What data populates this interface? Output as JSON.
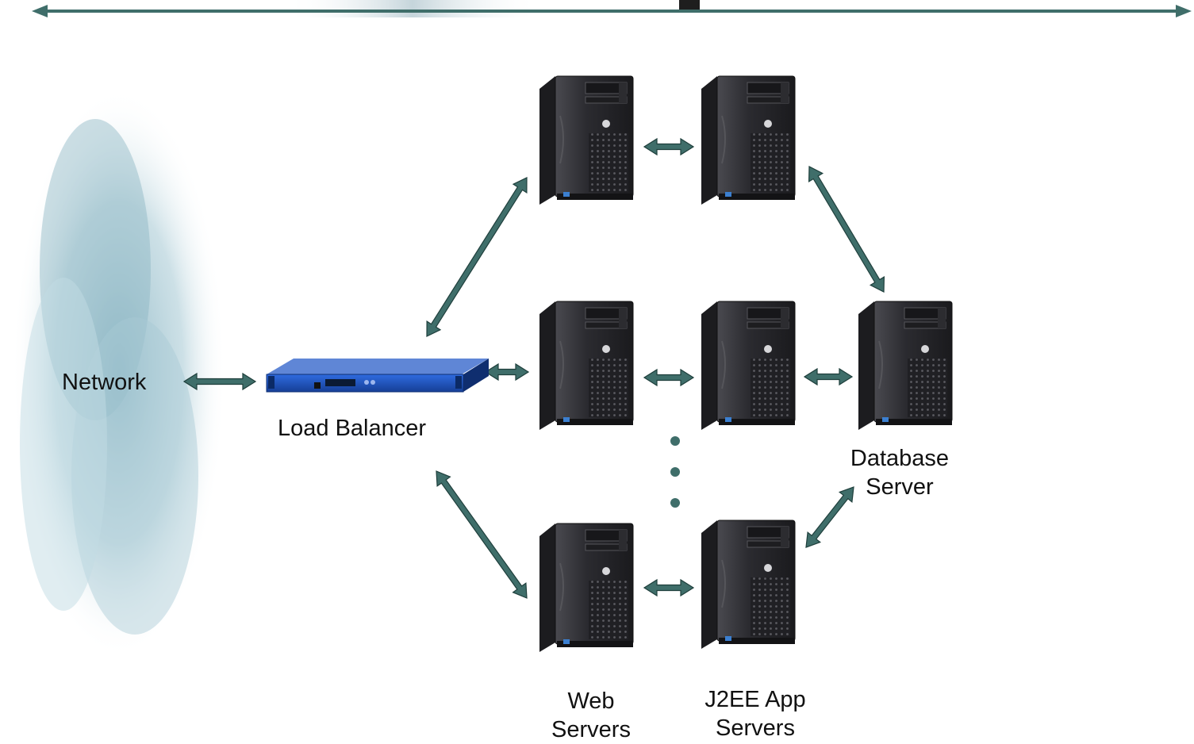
{
  "colors": {
    "arrow_fill": "#3f6e6a",
    "arrow_stroke": "#1f3f3c",
    "server_body": "#2a2a2d",
    "load_balancer": "#1c4fb3",
    "cloud": "#9ec3cf"
  },
  "labels": {
    "network": "Network",
    "load_balancer": "Load Balancer",
    "database_line1": "Database",
    "database_line2": "Server",
    "web_line1": "Web",
    "web_line2": "Servers",
    "app_line1": "J2EE App",
    "app_line2": "Servers"
  },
  "icons": {
    "server": "tower-server-icon",
    "load_balancer": "rack-load-balancer-icon",
    "network": "network-cloud-icon"
  }
}
